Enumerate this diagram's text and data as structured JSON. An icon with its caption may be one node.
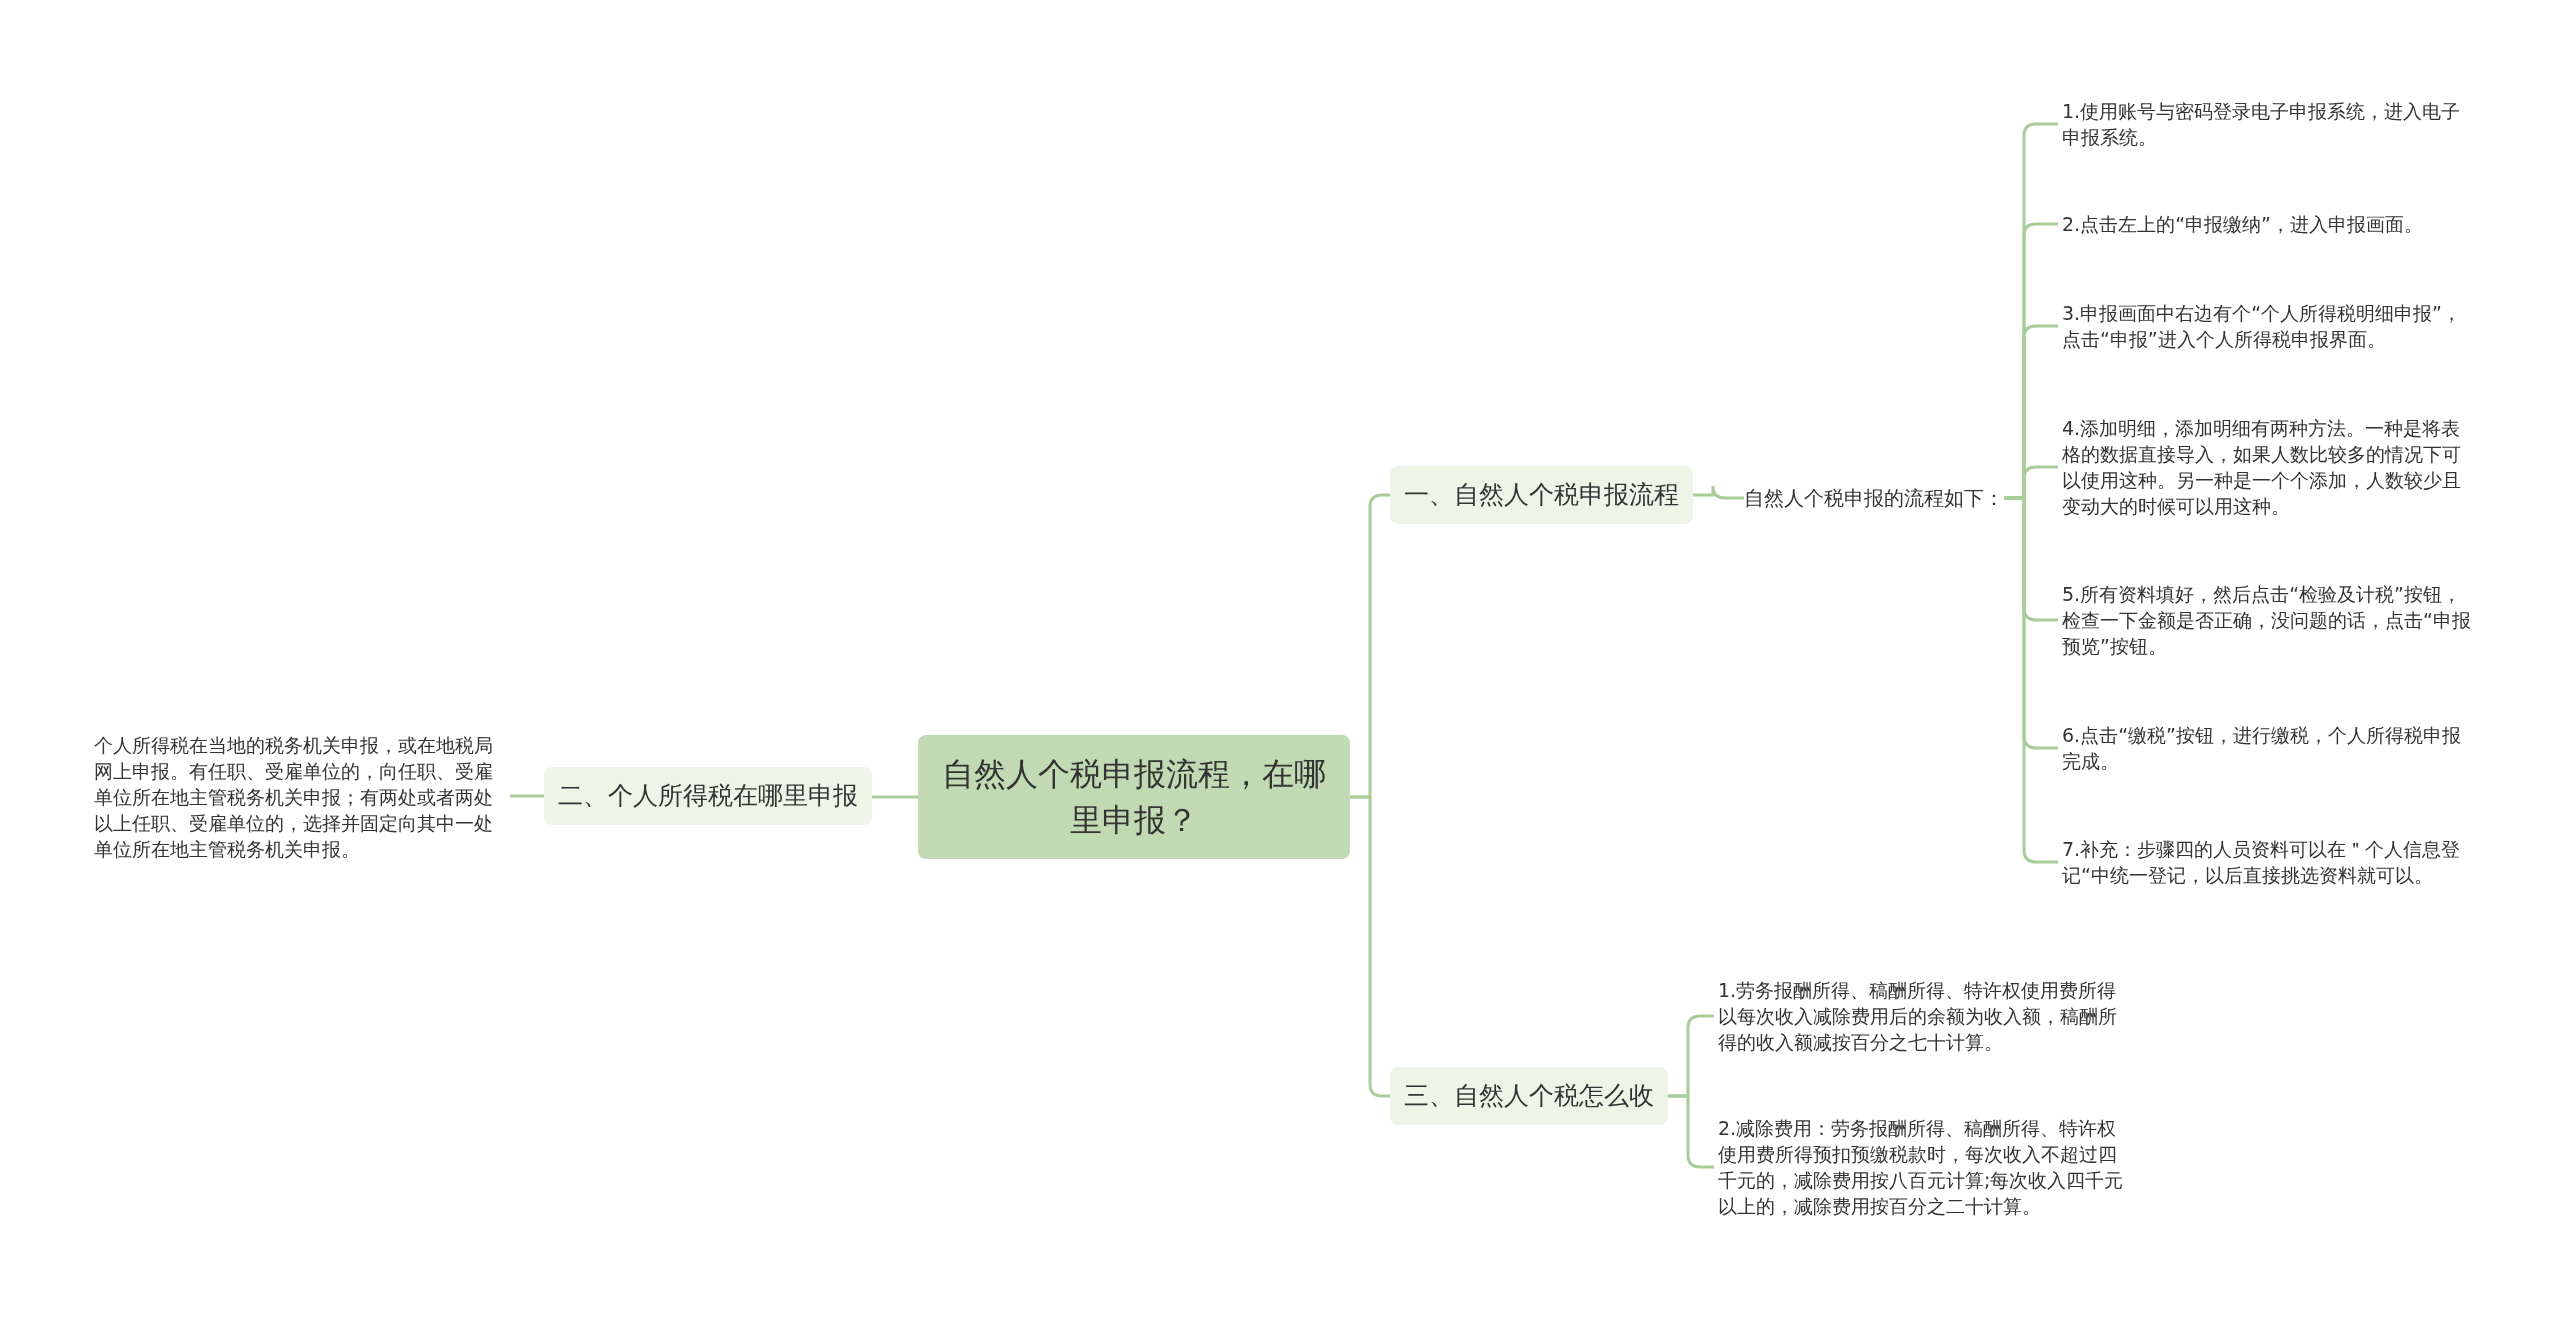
{
  "diagram": {
    "nodes": [
      {
        "text": [
          "自然人个税申报流程，在哪里申报？"
        ]
      },
      {
        "text": [
          "一、自然人个税申报流程"
        ]
      },
      {
        "text": [
          "自然人个税申报的流程如下："
        ]
      },
      {
        "text": [
          "1.使用账号与密码登录电子申报系统，进入电子申报系统。"
        ]
      },
      {
        "text": [
          "2.点击左上的“申报缴纳”，进入申报画面。"
        ]
      },
      {
        "text": [
          "3.申报画面中右边有个“个人所得税明细申报”，点击“申报”进入个人所得税申报界面。"
        ]
      },
      {
        "text": [
          "4.添加明细，添加明细有两种方法。一种是将表格的数据直接导入，如果人数比较多的情况下可以使用这种。另一种是一个个添加，人数较少且变动大的时候可以用这种。"
        ]
      },
      {
        "text": [
          "5.所有资料填好，然后点击“检验及计税”按钮，检查一下金额是否正确，没问题的话，点击“申报预览”按钮。"
        ]
      },
      {
        "text": [
          "6.点击“缴税”按钮，进行缴税，个人所得税申报完成。"
        ]
      },
      {
        "text": [
          "7.补充：步骤四的人员资料可以在＂个人信息登记“中统一登记，以后直接挑选资料就可以。"
        ]
      },
      {
        "text": [
          "二、个人所得税在哪里申报"
        ]
      },
      {
        "text": [
          "个人所得税在当地的税务机关申报，或在地税局网上申报。有任职、受雇单位的，向任职、受雇单位所在地主管税务机关申报；有两处或者两处以上任职、受雇单位的，选择并固定向其中一处单位所在地主管税务机关申报。"
        ]
      },
      {
        "text": [
          "三、自然人个税怎么收"
        ]
      },
      {
        "text": [
          "1.劳务报酬所得、稿酬所得、特许权使用费所得以每次收入减除费用后的余额为收入额，稿酬所得的收入额减按百分之七十计算。"
        ]
      },
      {
        "text": [
          "2.减除费用：劳务报酬所得、稿酬所得、特许权使用费所得预扣预缴税款时，每次收入不超过四千元的，减除费用按八百元计算;每次收入四千元以上的，减除费用按百分之二十计算。"
        ]
      }
    ],
    "edges": [
      {
        "from": 0,
        "to": 1,
        "arrow": "none"
      },
      {
        "from": 0,
        "to": 10,
        "arrow": "none"
      },
      {
        "from": 0,
        "to": 12,
        "arrow": "none"
      },
      {
        "from": 1,
        "to": 2,
        "arrow": "none"
      },
      {
        "from": 2,
        "to": 3,
        "arrow": "none"
      },
      {
        "from": 2,
        "to": 4,
        "arrow": "none"
      },
      {
        "from": 2,
        "to": 5,
        "arrow": "none"
      },
      {
        "from": 2,
        "to": 6,
        "arrow": "none"
      },
      {
        "from": 2,
        "to": 7,
        "arrow": "none"
      },
      {
        "from": 2,
        "to": 8,
        "arrow": "none"
      },
      {
        "from": 2,
        "to": 9,
        "arrow": "none"
      },
      {
        "from": 10,
        "to": 11,
        "arrow": "none"
      },
      {
        "from": 12,
        "to": 13,
        "arrow": "none"
      },
      {
        "from": 12,
        "to": 14,
        "arrow": "none"
      }
    ]
  }
}
